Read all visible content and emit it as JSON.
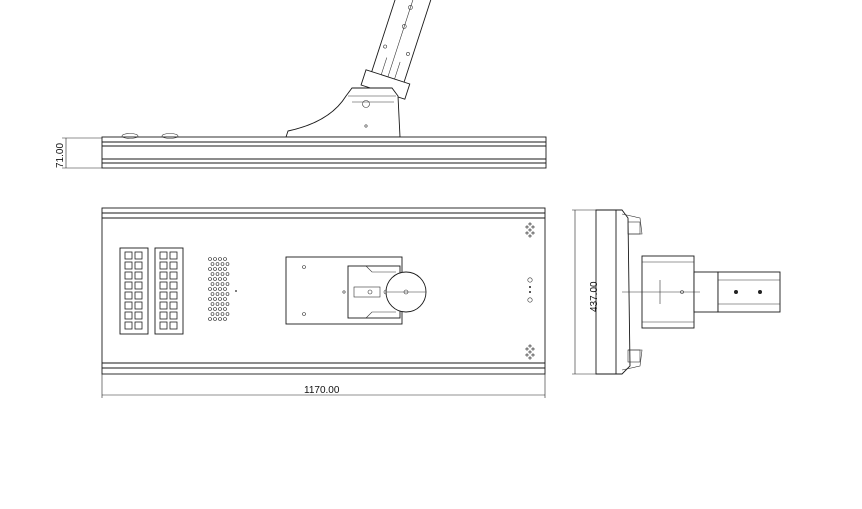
{
  "dimensions": {
    "height_side": "71.00",
    "width_total": "1170.00",
    "depth_total": "437.00"
  }
}
